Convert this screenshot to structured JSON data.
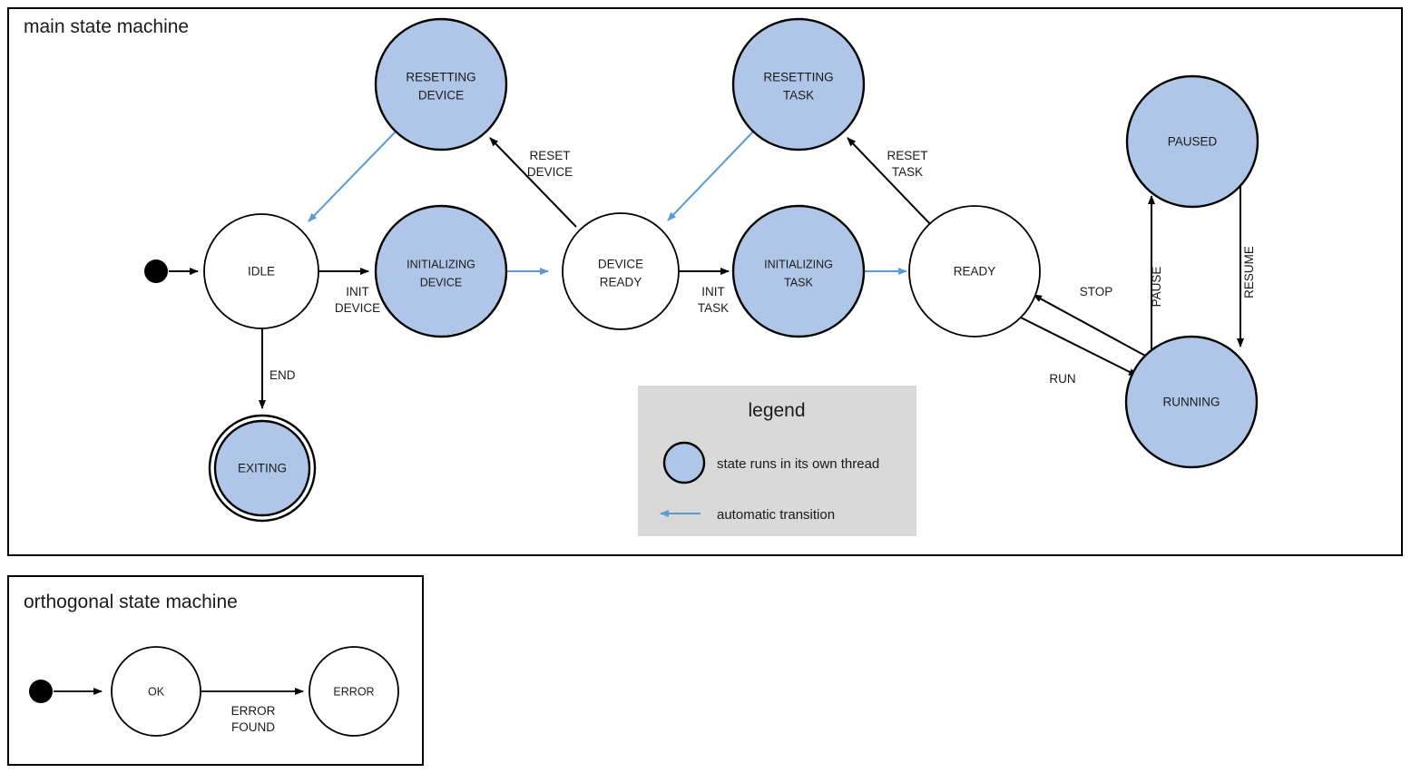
{
  "colors": {
    "thread_state_fill": "#b0c6e8",
    "plain_state_fill": "#ffffff",
    "stroke": "#000000",
    "auto_transition": "#5b9bd5",
    "legend_background": "#d9d9d9",
    "page_background": "#ffffff"
  },
  "main_panel": {
    "title": "main state machine",
    "states": [
      {
        "id": "idle",
        "label_line1": "IDLE",
        "label_line2": "",
        "kind": "plain"
      },
      {
        "id": "resetting-device",
        "label_line1": "RESETTING",
        "label_line2": "DEVICE",
        "kind": "thread"
      },
      {
        "id": "initializing-device",
        "label_line1": "INITIALIZING",
        "label_line2": "DEVICE",
        "kind": "thread"
      },
      {
        "id": "device-ready",
        "label_line1": "DEVICE",
        "label_line2": "READY",
        "kind": "plain"
      },
      {
        "id": "resetting-task",
        "label_line1": "RESETTING",
        "label_line2": "TASK",
        "kind": "thread"
      },
      {
        "id": "initializing-task",
        "label_line1": "INITIALIZING",
        "label_line2": "TASK",
        "kind": "thread"
      },
      {
        "id": "ready",
        "label_line1": "READY",
        "label_line2": "",
        "kind": "plain"
      },
      {
        "id": "paused",
        "label_line1": "PAUSED",
        "label_line2": "",
        "kind": "thread"
      },
      {
        "id": "running",
        "label_line1": "RUNNING",
        "label_line2": "",
        "kind": "thread"
      },
      {
        "id": "exiting",
        "label_line1": "EXITING",
        "label_line2": "",
        "kind": "thread-final"
      }
    ],
    "transitions": [
      {
        "id": "start-to-idle",
        "from": "start",
        "to": "idle",
        "label_line1": "",
        "label_line2": "",
        "type": "manual"
      },
      {
        "id": "idle-to-initializing-device",
        "from": "idle",
        "to": "initializing-device",
        "label_line1": "INIT",
        "label_line2": "DEVICE",
        "type": "manual"
      },
      {
        "id": "idle-to-exiting",
        "from": "idle",
        "to": "exiting",
        "label_line1": "END",
        "label_line2": "",
        "type": "manual"
      },
      {
        "id": "resetting-device-to-idle",
        "from": "resetting-device",
        "to": "idle",
        "label_line1": "",
        "label_line2": "",
        "type": "automatic"
      },
      {
        "id": "initializing-device-to-device-ready",
        "from": "initializing-device",
        "to": "device-ready",
        "label_line1": "",
        "label_line2": "",
        "type": "automatic"
      },
      {
        "id": "device-ready-to-resetting-device",
        "from": "device-ready",
        "to": "resetting-device",
        "label_line1": "RESET",
        "label_line2": "DEVICE",
        "type": "manual"
      },
      {
        "id": "device-ready-to-initializing-task",
        "from": "device-ready",
        "to": "initializing-task",
        "label_line1": "INIT",
        "label_line2": "TASK",
        "type": "manual"
      },
      {
        "id": "resetting-task-to-device-ready",
        "from": "resetting-task",
        "to": "device-ready",
        "label_line1": "",
        "label_line2": "",
        "type": "automatic"
      },
      {
        "id": "initializing-task-to-ready",
        "from": "initializing-task",
        "to": "ready",
        "label_line1": "",
        "label_line2": "",
        "type": "automatic"
      },
      {
        "id": "ready-to-resetting-task",
        "from": "ready",
        "to": "resetting-task",
        "label_line1": "RESET",
        "label_line2": "TASK",
        "type": "manual"
      },
      {
        "id": "ready-to-running",
        "from": "ready",
        "to": "running",
        "label_line1": "RUN",
        "label_line2": "",
        "type": "manual"
      },
      {
        "id": "running-to-ready",
        "from": "running",
        "to": "ready",
        "label_line1": "STOP",
        "label_line2": "",
        "type": "manual"
      },
      {
        "id": "running-to-paused",
        "from": "running",
        "to": "paused",
        "label_line1": "PAUSE",
        "label_line2": "",
        "type": "manual"
      },
      {
        "id": "paused-to-running",
        "from": "paused",
        "to": "running",
        "label_line1": "RESUME",
        "label_line2": "",
        "type": "manual"
      }
    ]
  },
  "legend": {
    "title": "legend",
    "items": [
      {
        "id": "thread-state",
        "symbol": "filled-circle",
        "text": "state runs in its own thread"
      },
      {
        "id": "automatic-transition",
        "symbol": "blue-arrow-left",
        "text": "automatic transition"
      }
    ]
  },
  "orthogonal_panel": {
    "title": "orthogonal state machine",
    "states": [
      {
        "id": "ok",
        "label_line1": "OK",
        "kind": "plain"
      },
      {
        "id": "error",
        "label_line1": "ERROR",
        "kind": "plain"
      }
    ],
    "transitions": [
      {
        "id": "start-to-ok",
        "from": "start",
        "to": "ok",
        "label_line1": "",
        "label_line2": ""
      },
      {
        "id": "ok-to-error",
        "from": "ok",
        "to": "error",
        "label_line1": "ERROR",
        "label_line2": "FOUND"
      }
    ]
  }
}
